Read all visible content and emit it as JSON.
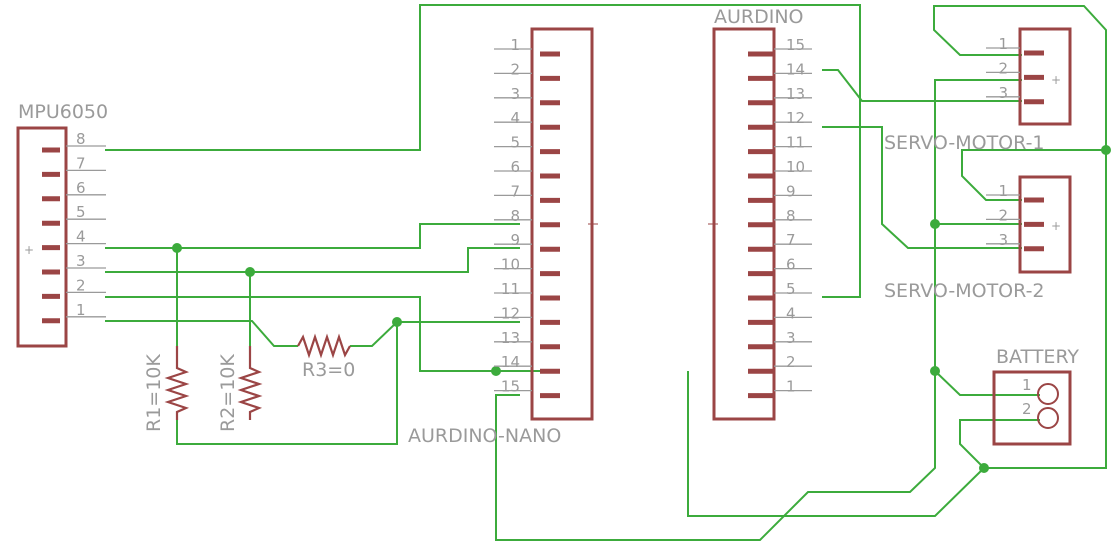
{
  "components": {
    "mpu": {
      "name": "MPU6050",
      "pins": [
        "8",
        "7",
        "6",
        "5",
        "4",
        "3",
        "2",
        "1"
      ]
    },
    "nano": {
      "name": "AURDINO-NANO",
      "pins": [
        "1",
        "2",
        "3",
        "4",
        "5",
        "6",
        "7",
        "8",
        "9",
        "10",
        "11",
        "12",
        "13",
        "14",
        "15"
      ]
    },
    "uno": {
      "name": "AURDINO",
      "pins": [
        "15",
        "14",
        "13",
        "12",
        "11",
        "10",
        "9",
        "8",
        "7",
        "6",
        "5",
        "4",
        "3",
        "2",
        "1"
      ]
    },
    "servo1": {
      "name": "SERVO-MOTOR-1",
      "pins": [
        "1",
        "2",
        "3"
      ]
    },
    "servo2": {
      "name": "SERVO-MOTOR-2",
      "pins": [
        "1",
        "2",
        "3"
      ]
    },
    "battery": {
      "name": "BATTERY",
      "pins": [
        "1",
        "2"
      ]
    },
    "r1": {
      "name": "R1=10K"
    },
    "r2": {
      "name": "R2=10K"
    },
    "r3": {
      "name": "R3=0"
    }
  },
  "colors": {
    "wire": "#3cab3c",
    "component": "#9b4545",
    "label": "#9a9a9a"
  }
}
